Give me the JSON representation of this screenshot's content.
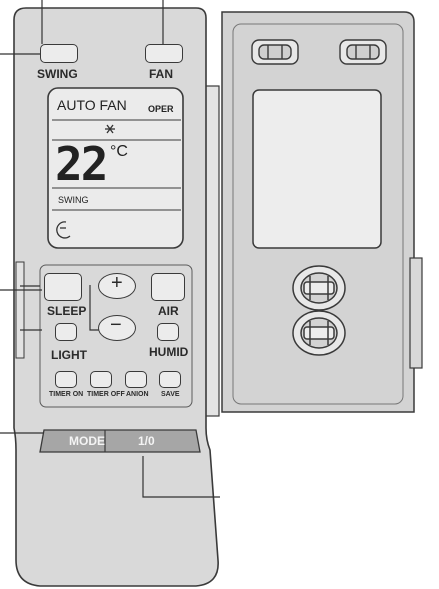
{
  "remote": {
    "top_buttons": {
      "swing": "SWING",
      "fan": "FAN"
    },
    "lcd": {
      "mode_text": "AUTO FAN",
      "oper": "OPER",
      "temperature": "22",
      "unit": "°C",
      "swing": "SWING"
    },
    "keypad": {
      "sleep": "SLEEP",
      "air": "AIR",
      "light": "LIGHT",
      "humid": "HUMID",
      "plus": "+",
      "minus": "−",
      "timer_on": "TIMER ON",
      "timer_off": "TIMER OFF",
      "anion": "ANION",
      "save": "SAVE"
    },
    "bottom": {
      "mode": "MODE",
      "power": "1/0"
    }
  },
  "colors": {
    "body": "#d8d8d8",
    "panel": "#cfcfcf",
    "lcd": "#e6e6e6",
    "outline": "#3a3a3a",
    "bottom_band": "#a9a9a9"
  }
}
